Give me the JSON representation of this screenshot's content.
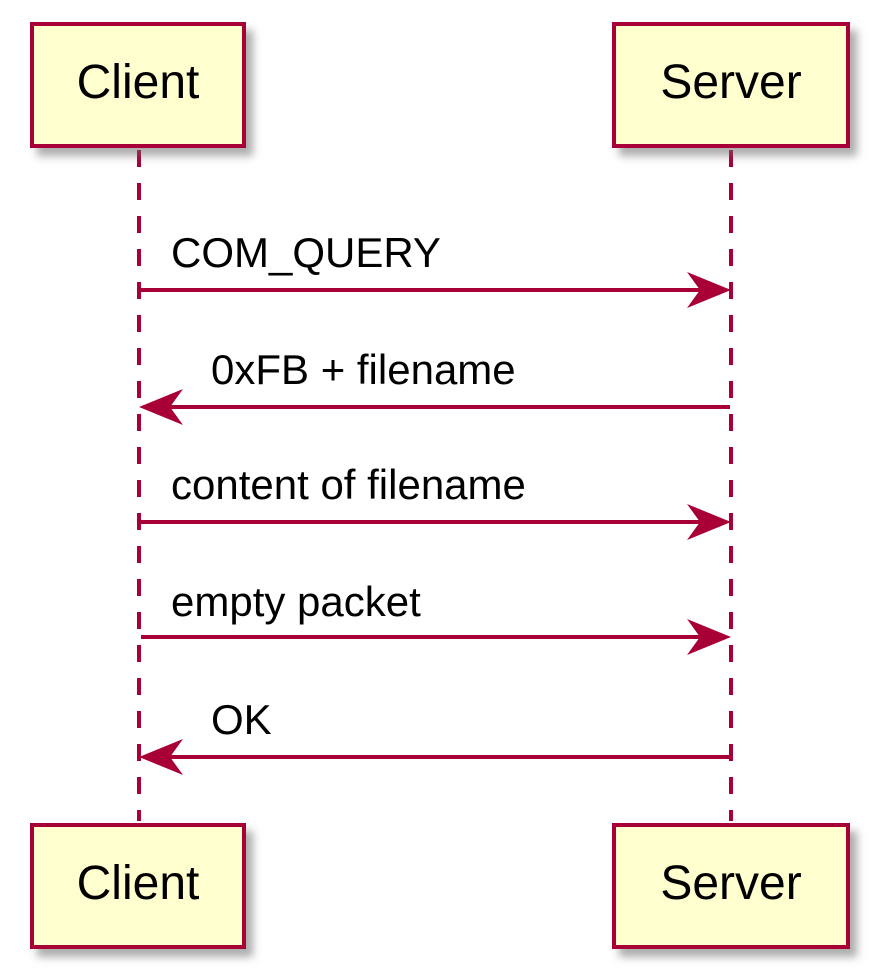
{
  "diagram": {
    "type": "sequence",
    "participants": [
      {
        "name": "Client"
      },
      {
        "name": "Server"
      }
    ],
    "messages": [
      {
        "from": "Client",
        "to": "Server",
        "direction": "right",
        "label": "COM_QUERY"
      },
      {
        "from": "Server",
        "to": "Client",
        "direction": "left",
        "label": "0xFB + filename"
      },
      {
        "from": "Client",
        "to": "Server",
        "direction": "right",
        "label": "content of filename"
      },
      {
        "from": "Client",
        "to": "Server",
        "direction": "right",
        "label": "empty packet"
      },
      {
        "from": "Server",
        "to": "Client",
        "direction": "left",
        "label": "OK"
      }
    ],
    "colors": {
      "participant_fill": "#FEFECE",
      "participant_border": "#A80036",
      "lifeline": "#A80036",
      "arrow": "#A80036",
      "text": "#000000",
      "background": "#FFFFFF"
    }
  }
}
